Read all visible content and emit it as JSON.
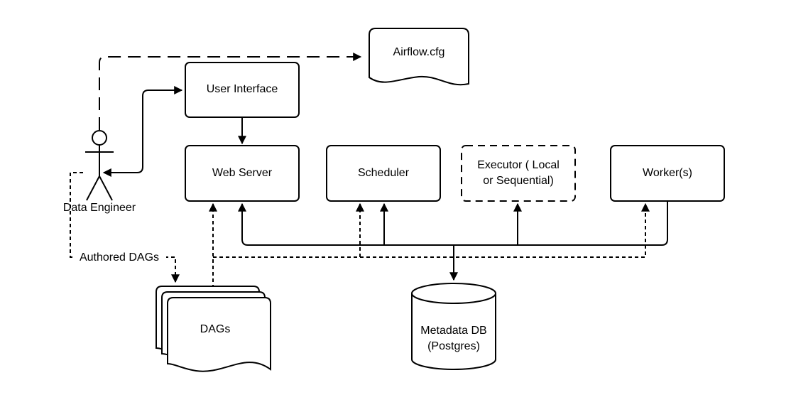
{
  "nodes": {
    "airflow_cfg": "Airflow.cfg",
    "user_interface": "User Interface",
    "web_server": "Web Server",
    "scheduler": "Scheduler",
    "executor_line1": "Executor ( Local",
    "executor_line2": "or Sequential)",
    "workers": "Worker(s)",
    "dags": "DAGs",
    "metadata_db_line1": "Metadata DB",
    "metadata_db_line2": "(Postgres)",
    "actor": "Data Engineer"
  },
  "edges": {
    "authored_dags": "Authored DAGs"
  }
}
